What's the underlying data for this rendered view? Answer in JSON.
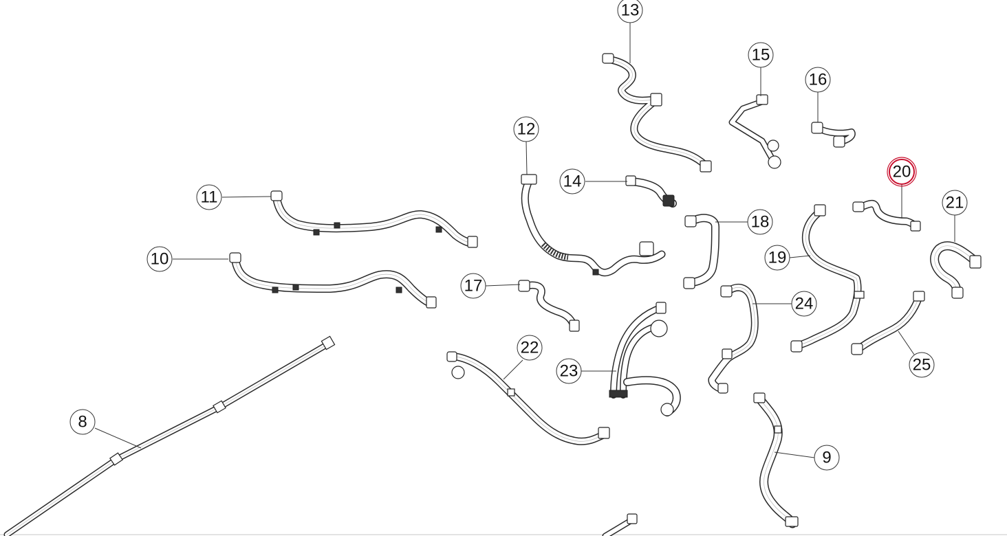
{
  "diagram": {
    "highlight_color": "#c8102e",
    "callouts": [
      {
        "id": "8",
        "label": "8"
      },
      {
        "id": "9",
        "label": "9"
      },
      {
        "id": "10",
        "label": "10"
      },
      {
        "id": "11",
        "label": "11"
      },
      {
        "id": "12",
        "label": "12"
      },
      {
        "id": "13",
        "label": "13"
      },
      {
        "id": "14",
        "label": "14"
      },
      {
        "id": "15",
        "label": "15"
      },
      {
        "id": "16",
        "label": "16"
      },
      {
        "id": "17",
        "label": "17"
      },
      {
        "id": "18",
        "label": "18"
      },
      {
        "id": "19",
        "label": "19"
      },
      {
        "id": "20",
        "label": "20",
        "highlighted": true
      },
      {
        "id": "21",
        "label": "21"
      },
      {
        "id": "22",
        "label": "22"
      },
      {
        "id": "23",
        "label": "23"
      },
      {
        "id": "24",
        "label": "24"
      },
      {
        "id": "25",
        "label": "25"
      }
    ]
  }
}
